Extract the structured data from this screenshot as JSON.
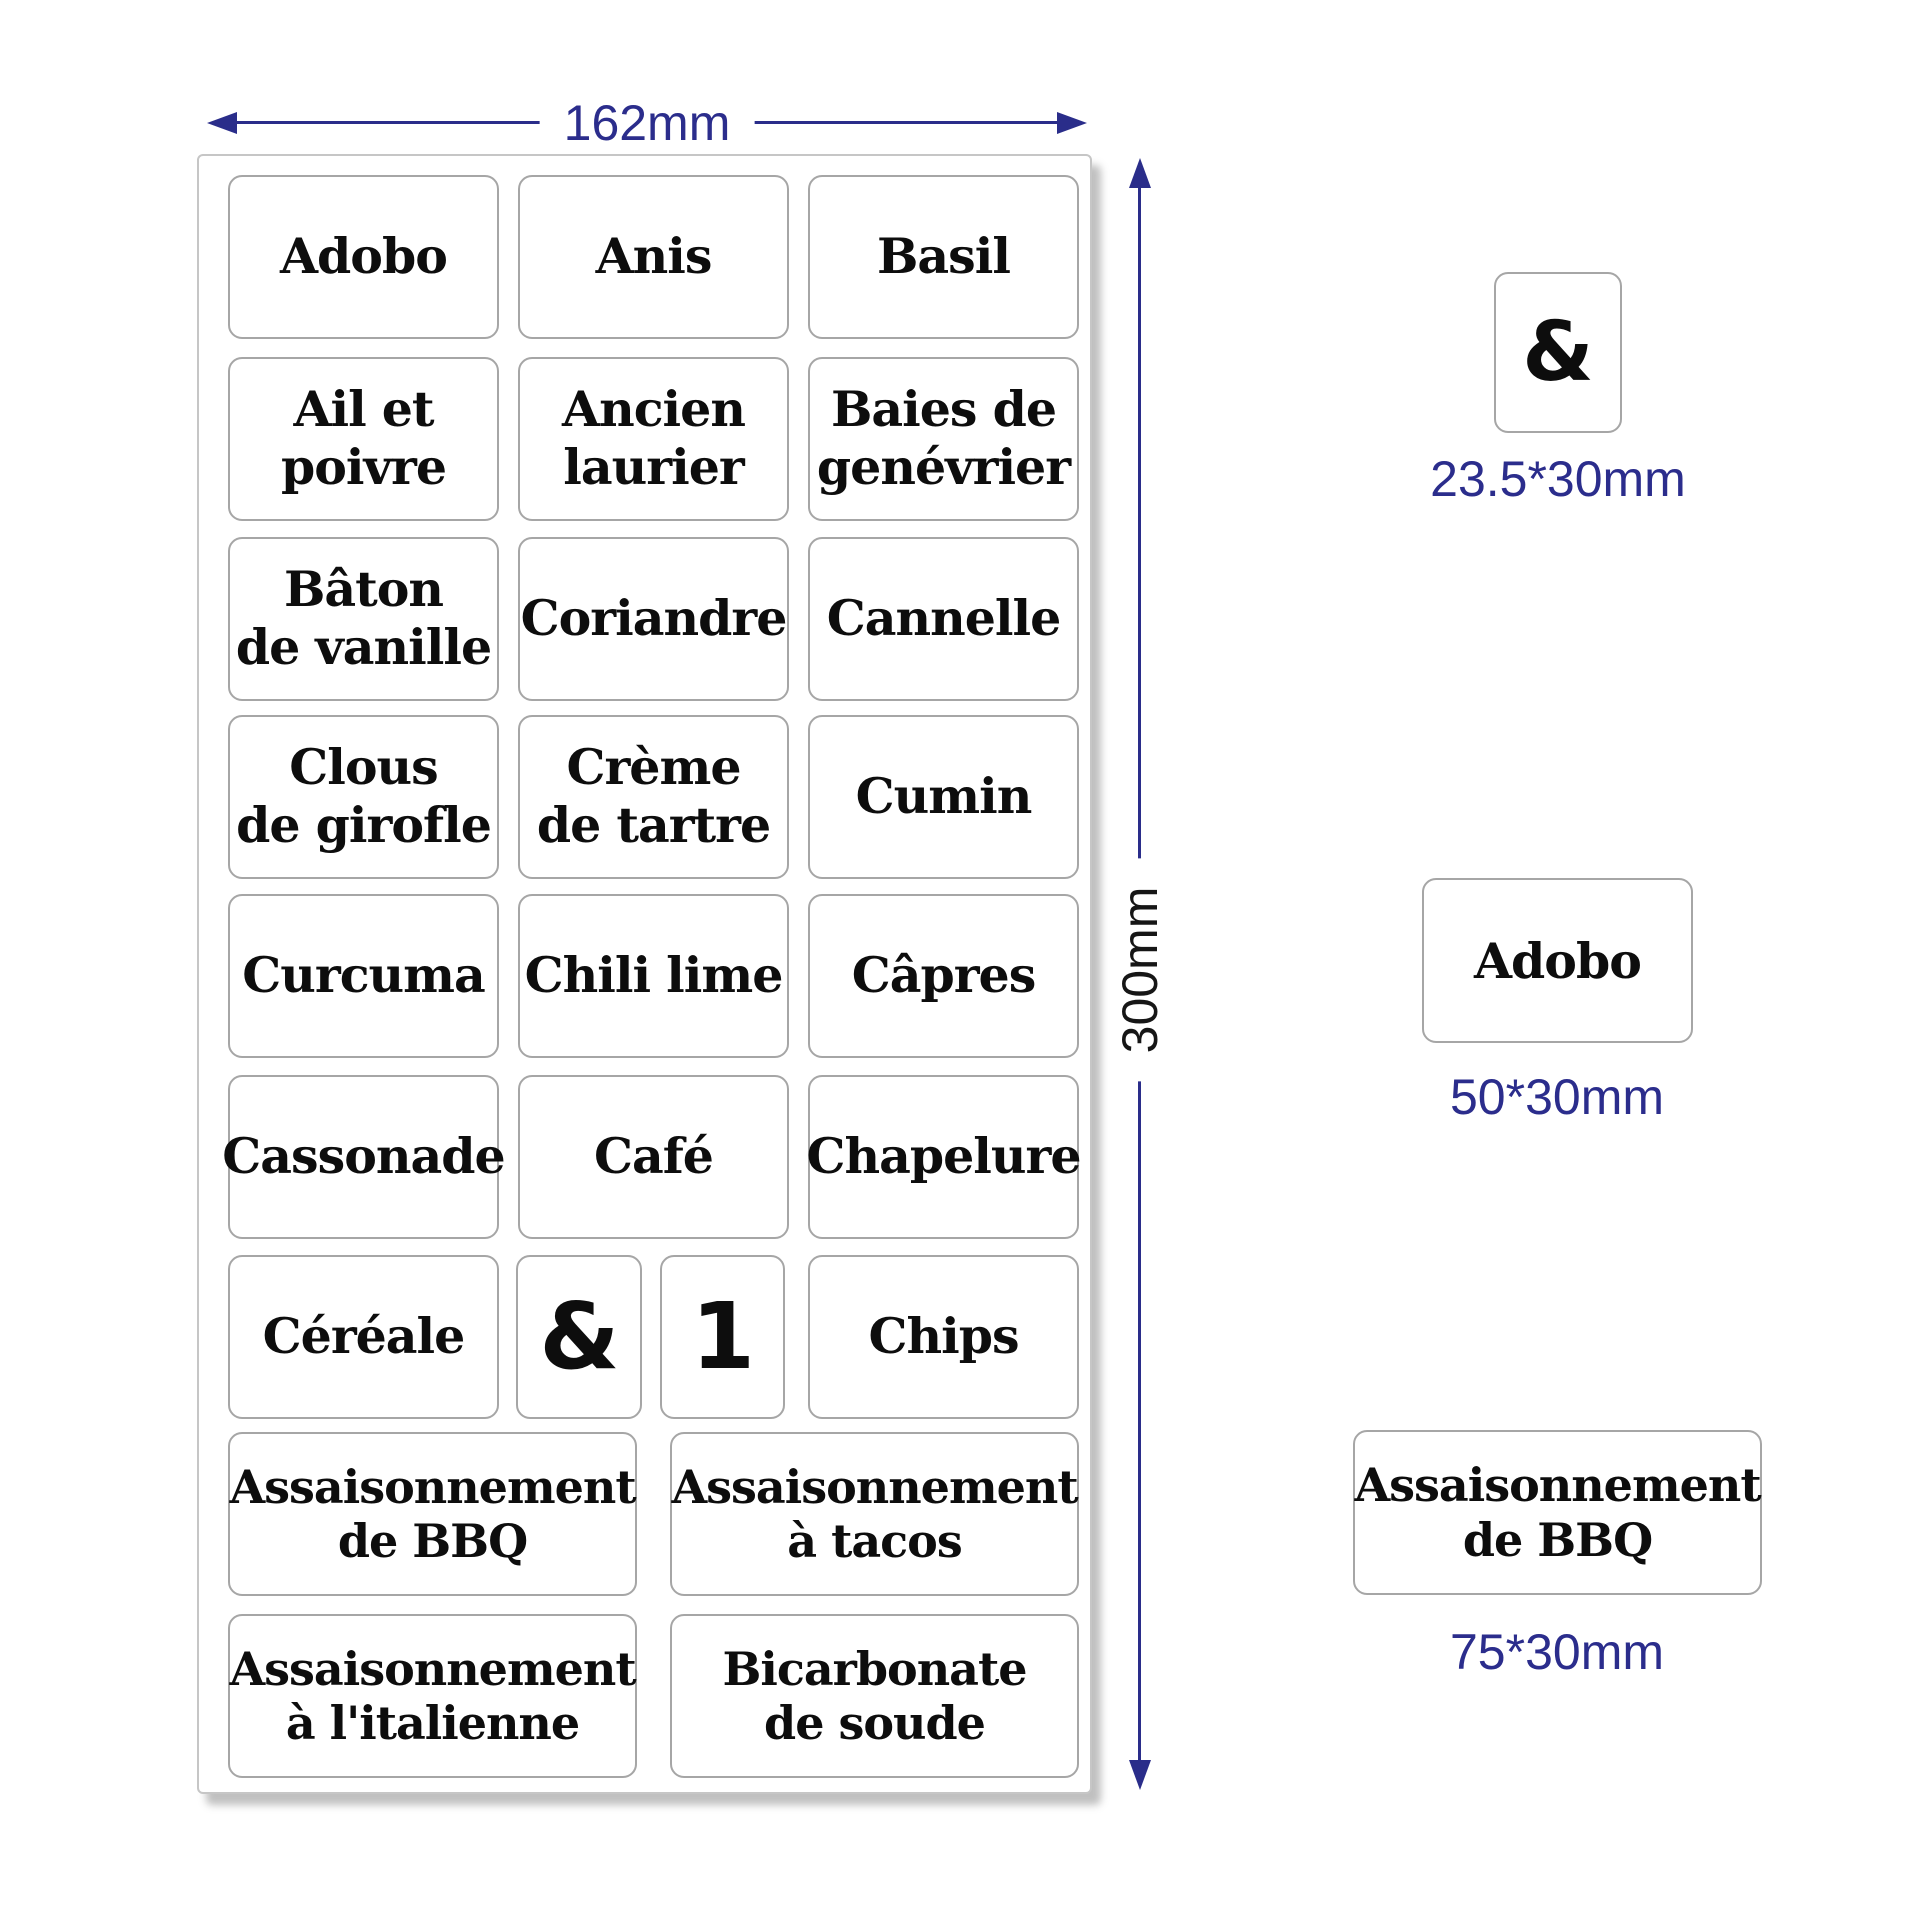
{
  "sheet": {
    "width_label": "162mm",
    "height_label": "300mm",
    "labels": [
      {
        "text": "Adobo"
      },
      {
        "text": "Anis"
      },
      {
        "text": "Basil"
      },
      {
        "text": "Ail et\npoivre"
      },
      {
        "text": "Ancien\nlaurier"
      },
      {
        "text": "Baies de\ngenévrier"
      },
      {
        "text": "Bâton\nde vanille"
      },
      {
        "text": "Coriandre"
      },
      {
        "text": "Cannelle"
      },
      {
        "text": "Clous\nde girofle"
      },
      {
        "text": "Crème\nde tartre"
      },
      {
        "text": "Cumin"
      },
      {
        "text": "Curcuma"
      },
      {
        "text": "Chili lime"
      },
      {
        "text": "Câpres"
      },
      {
        "text": "Cassonade"
      },
      {
        "text": "Café"
      },
      {
        "text": "Chapelure"
      },
      {
        "text": "Céréale"
      },
      {
        "text": "&"
      },
      {
        "text": "1"
      },
      {
        "text": "Chips"
      },
      {
        "text": "Assaisonnement\nde BBQ"
      },
      {
        "text": "Assaisonnement\nà tacos"
      },
      {
        "text": "Assaisonnement\nà l'italienne"
      },
      {
        "text": "Bicarbonate\nde soude"
      }
    ]
  },
  "samples": [
    {
      "text": "&",
      "size": "23.5*30mm"
    },
    {
      "text": "Adobo",
      "size": "50*30mm"
    },
    {
      "text": "Assaisonnement\nde BBQ",
      "size": "75*30mm"
    }
  ],
  "colors": {
    "dimension_accent": "#2b2d8c",
    "label_border": "#a6a6a6",
    "label_text": "#0d0d0d"
  }
}
